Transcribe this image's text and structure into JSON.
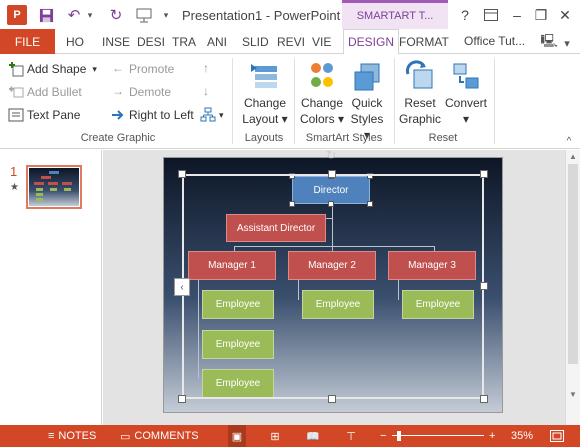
{
  "window": {
    "title": "Presentation1 - PowerPoint",
    "contextual_header": "SMARTART T...",
    "app_logo": "P",
    "help": "?",
    "minimize": "–",
    "restore": "❐",
    "close": "✕"
  },
  "tabs": [
    {
      "label": "FILE"
    },
    {
      "label": "HO"
    },
    {
      "label": "INSE"
    },
    {
      "label": "DESI"
    },
    {
      "label": "TRA"
    },
    {
      "label": "ANI"
    },
    {
      "label": "SLID"
    },
    {
      "label": "REVI"
    },
    {
      "label": "VIE"
    },
    {
      "label": "DESIGN"
    },
    {
      "label": "FORMAT"
    }
  ],
  "account": "Office Tut...",
  "ribbon": {
    "create_graphic": {
      "add_shape": "Add Shape",
      "add_bullet": "Add Bullet",
      "text_pane": "Text Pane",
      "promote": "Promote",
      "demote": "Demote",
      "right_to_left": "Right to Left",
      "label": "Create Graphic"
    },
    "layouts": {
      "change_layout_1": "Change",
      "change_layout_2": "Layout ▾",
      "label": "Layouts"
    },
    "smartart_styles": {
      "change_colors_1": "Change",
      "change_colors_2": "Colors ▾",
      "quick_styles_1": "Quick",
      "quick_styles_2": "Styles ▾",
      "label": "SmartArt Styles"
    },
    "reset": {
      "reset_graphic_1": "Reset",
      "reset_graphic_2": "Graphic",
      "convert_1": "Convert",
      "convert_2": "▾",
      "label": "Reset"
    }
  },
  "thumbnail": {
    "number": "1",
    "star": "★"
  },
  "chart": {
    "director": "Director",
    "assistant": "Assistant Director",
    "managers": [
      "Manager 1",
      "Manager 2",
      "Manager 3"
    ],
    "employee": "Employee"
  },
  "statusbar": {
    "notes": "NOTES",
    "comments": "COMMENTS",
    "zoom": "35%",
    "minus": "−",
    "plus": "+"
  }
}
